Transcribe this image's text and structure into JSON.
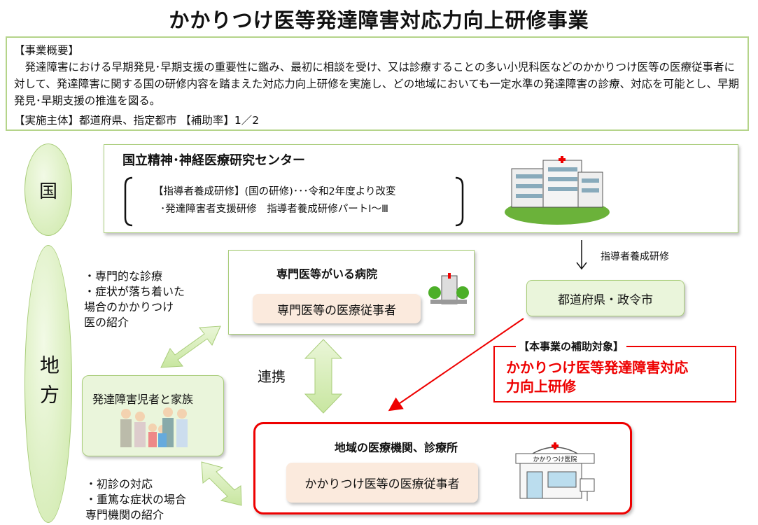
{
  "title": "かかりつけ医等発達障害対応力向上研修事業",
  "summary": {
    "heading": "【事業概要】",
    "body": "　発達障害における早期発見･早期支援の重要性に鑑み、最初に相談を受け、又は診療することの多い小児科医などのかかりつけ医等の医療従事者に対して、発達障害に関する国の研修内容を踏まえた対応力向上研修を実施し、どの地域においても一定水準の発達障害の診療、対応を可能とし、早期発見･早期支援の推進を図る。",
    "implementer": "【実施主体】都道府県、指定都市 【補助率】1／2"
  },
  "levels": {
    "national": "国",
    "local": "地方"
  },
  "ncnp": {
    "name": "国立精神･神経医療研究センター",
    "line1": "【指導者養成研修】(国の研修)･･･令和2年度より改変",
    "line2": "･発達障害者支援研修　指導者養成研修パートⅠ～Ⅲ"
  },
  "arrow_label": "指導者養成研修",
  "prefecture": "都道府県・政令市",
  "specialist": {
    "title": "専門医等がいる病院",
    "staff": "専門医等の医療従事者"
  },
  "specialist_roles": [
    "・専門的な診療",
    "・症状が落ち着いた",
    "場合のかかりつけ",
    "医の紹介"
  ],
  "cooperation": "連携",
  "family": "発達障害児者と家族",
  "subsidy": {
    "label": "【本事業の補助対象】",
    "text1": "かかりつけ医等発達障害対応",
    "text2": "力向上研修"
  },
  "local": {
    "title": "地域の医療機関、診療所",
    "staff": "かかりつけ医等の医療従事者",
    "clinic_sign": "かかりつけ医院"
  },
  "local_roles": [
    "・初診の対応",
    "・重篤な症状の場合",
    "専門機関の紹介"
  ],
  "colors": {
    "green_border": "#a9cd7a",
    "red": "#e00000",
    "inner_fill": "#fbeadd"
  }
}
